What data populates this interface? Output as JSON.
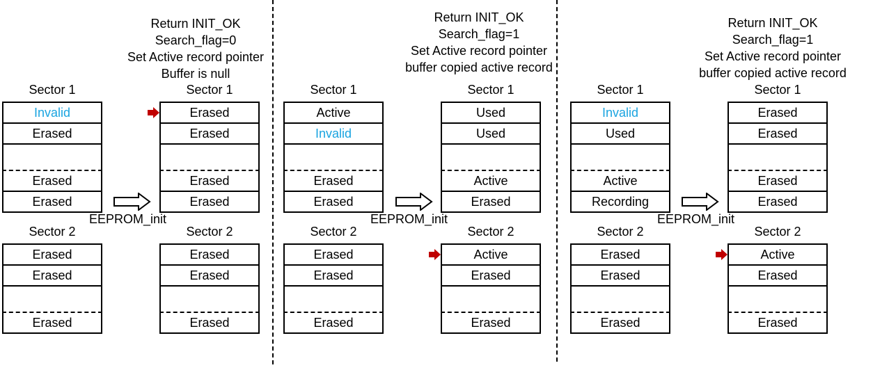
{
  "steps": [
    {
      "before": {
        "sector1": {
          "title": "Sector 1",
          "cells": [
            {
              "text": "Invalid",
              "invalid": true
            },
            {
              "text": "Erased"
            },
            {
              "text": "",
              "gap": true
            },
            {
              "text": "Erased"
            },
            {
              "text": "Erased"
            }
          ]
        },
        "sector2": {
          "title": "Sector 2",
          "cells": [
            {
              "text": "Erased"
            },
            {
              "text": "Erased"
            },
            {
              "text": "",
              "gap": true
            },
            {
              "text": "Erased"
            }
          ]
        }
      },
      "operation": "EEPROM_init",
      "result_lines": [
        "Return INIT_OK",
        "Search_flag=0",
        "Set Active record pointer",
        "Buffer is null"
      ],
      "after": {
        "sector1": {
          "title": "Sector 1",
          "pointer": 0,
          "cells": [
            {
              "text": "Erased"
            },
            {
              "text": "Erased"
            },
            {
              "text": "",
              "gap": true
            },
            {
              "text": "Erased"
            },
            {
              "text": "Erased"
            }
          ]
        },
        "sector2": {
          "title": "Sector 2",
          "cells": [
            {
              "text": "Erased"
            },
            {
              "text": "Erased"
            },
            {
              "text": "",
              "gap": true
            },
            {
              "text": "Erased"
            }
          ]
        }
      }
    },
    {
      "before": {
        "sector1": {
          "title": "Sector 1",
          "cells": [
            {
              "text": "Active"
            },
            {
              "text": "Invalid",
              "invalid": true
            },
            {
              "text": "",
              "gap": true
            },
            {
              "text": "Erased"
            },
            {
              "text": "Erased"
            }
          ]
        },
        "sector2": {
          "title": "Sector 2",
          "cells": [
            {
              "text": "Erased"
            },
            {
              "text": "Erased"
            },
            {
              "text": "",
              "gap": true
            },
            {
              "text": "Erased"
            }
          ]
        }
      },
      "operation": "EEPROM_init",
      "result_lines": [
        "Return INIT_OK",
        "Search_flag=1",
        "Set Active record pointer",
        "buffer copied active record"
      ],
      "after": {
        "sector1": {
          "title": "Sector 1",
          "cells": [
            {
              "text": "Used"
            },
            {
              "text": "Used"
            },
            {
              "text": "",
              "gap": true
            },
            {
              "text": "Active"
            },
            {
              "text": "Erased"
            }
          ]
        },
        "sector2": {
          "title": "Sector 2",
          "pointer": 0,
          "cells": [
            {
              "text": "Active"
            },
            {
              "text": "Erased"
            },
            {
              "text": "",
              "gap": true
            },
            {
              "text": "Erased"
            }
          ]
        }
      }
    },
    {
      "before": {
        "sector1": {
          "title": "Sector 1",
          "cells": [
            {
              "text": "Invalid",
              "invalid": true
            },
            {
              "text": "Used"
            },
            {
              "text": "",
              "gap": true
            },
            {
              "text": "Active"
            },
            {
              "text": "Recording"
            }
          ]
        },
        "sector2": {
          "title": "Sector 2",
          "cells": [
            {
              "text": "Erased"
            },
            {
              "text": "Erased"
            },
            {
              "text": "",
              "gap": true
            },
            {
              "text": "Erased"
            }
          ]
        }
      },
      "operation": "EEPROM_init",
      "result_lines": [
        "Return INIT_OK",
        "Search_flag=1",
        "Set Active record pointer",
        "buffer copied active record"
      ],
      "after": {
        "sector1": {
          "title": "Sector 1",
          "cells": [
            {
              "text": "Erased"
            },
            {
              "text": "Erased"
            },
            {
              "text": "",
              "gap": true
            },
            {
              "text": "Erased"
            },
            {
              "text": "Erased"
            }
          ]
        },
        "sector2": {
          "title": "Sector 2",
          "pointer": 0,
          "cells": [
            {
              "text": "Active"
            },
            {
              "text": "Erased"
            },
            {
              "text": "",
              "gap": true
            },
            {
              "text": "Erased"
            }
          ]
        }
      }
    }
  ],
  "colors": {
    "invalid_text": "#1aa4e0",
    "pointer": "#c00000"
  }
}
